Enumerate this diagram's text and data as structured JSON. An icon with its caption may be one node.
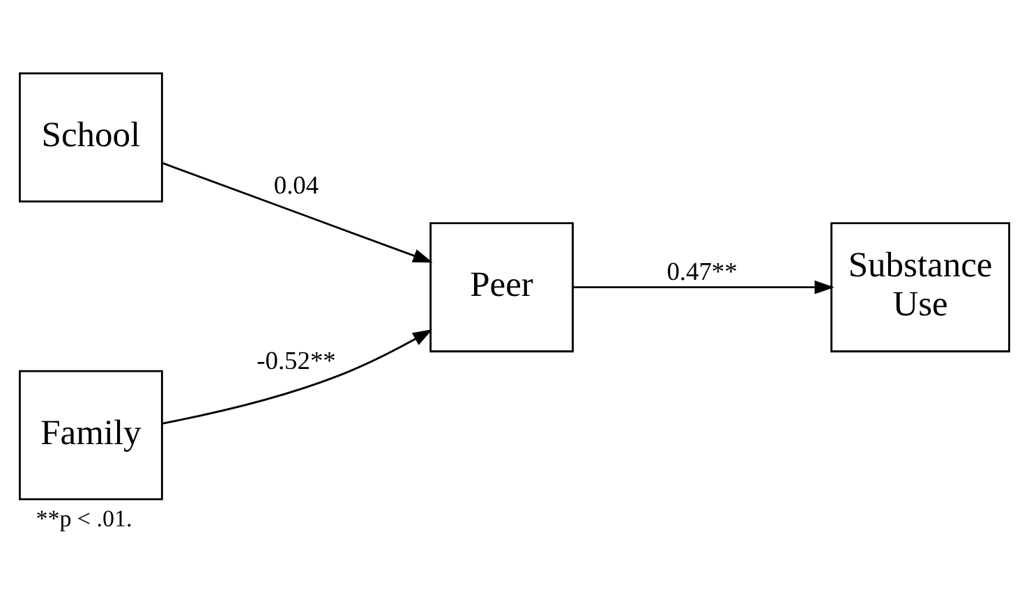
{
  "diagram": {
    "caption": "**p < .01.",
    "nodes": [
      {
        "text": [
          "School"
        ]
      },
      {
        "text": [
          "Family"
        ]
      },
      {
        "text": [
          "Peer"
        ]
      },
      {
        "text": [
          "Substance Use"
        ]
      }
    ],
    "edges": [
      {
        "from": 0,
        "to": 2,
        "arrow": "to",
        "label": "0.04"
      },
      {
        "from": 1,
        "to": 2,
        "arrow": "to",
        "label": "-0.52**"
      },
      {
        "from": 2,
        "to": 3,
        "arrow": "to",
        "label": "0.47**"
      }
    ]
  }
}
